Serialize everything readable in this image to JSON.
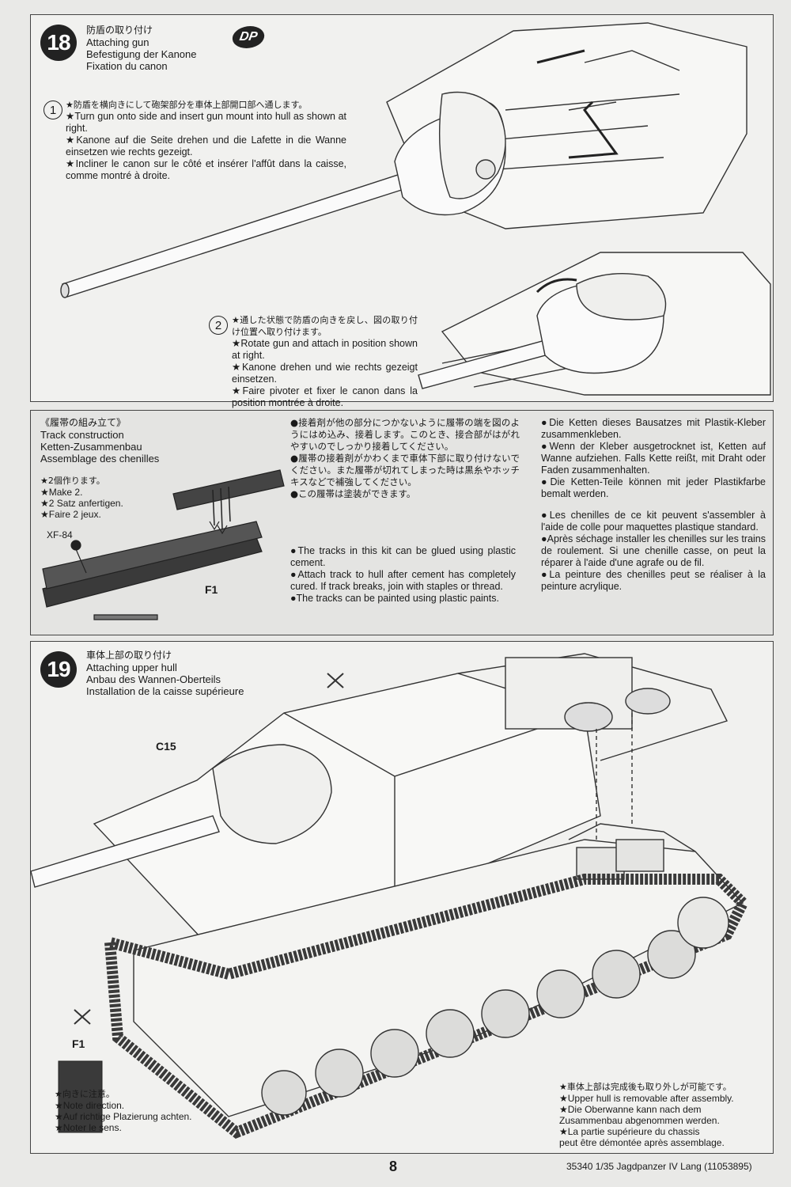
{
  "step18": {
    "number": "18",
    "title_jp": "防盾の取り付け",
    "title_en": "Attaching gun",
    "title_de": "Befestigung der Kanone",
    "title_fr": "Fixation du canon",
    "badge": "DP",
    "sub1": {
      "num": "1",
      "jp": "★防盾を横向きにして砲架部分を車体上部開口部へ通します。",
      "en": "★Turn gun onto side and insert gun mount into hull as shown at right.",
      "de": "★Kanone auf die Seite drehen und die Lafette in die Wanne einsetzen wie rechts gezeigt.",
      "fr": "★Incliner le canon sur le côté et insérer l'affût dans la caisse, comme montré à droite."
    },
    "sub2": {
      "num": "2",
      "jp": "★通した状態で防盾の向きを戻し、図の取り付け位置へ取り付けます。",
      "en": "★Rotate gun and attach in position shown at right.",
      "de": "★Kanone drehen und wie rechts gezeigt einsetzen.",
      "fr": "★Faire pivoter et fixer le canon dans la position montrée à droite."
    }
  },
  "track": {
    "title_jp": "《履帯の組み立て》",
    "title_en": "Track construction",
    "title_de": "Ketten-Zusammenbau",
    "title_fr": "Assemblage des chenilles",
    "make_jp": "★2個作ります。",
    "make_en": "★Make 2.",
    "make_de": "★2 Satz anfertigen.",
    "make_fr": "★Faire 2 jeux.",
    "paint": "XF-84",
    "part": "F1",
    "col_jp": [
      "●接着剤が他の部分につかないように履帯の端を図のようにはめ込み、接着します。このとき、接合部がはがれやすいのでしっかり接着してください。",
      "●履帯の接着剤がかわくまで車体下部に取り付けないでください。また履帯が切れてしまった時は黒糸やホッチキスなどで補強してください。",
      "●この履帯は塗装ができます。"
    ],
    "col_en": [
      "●The tracks in this kit can be glued using plastic cement.",
      "●Attach track to hull after cement has completely cured. If track breaks, join with staples or thread.",
      "●The tracks can be painted using plastic paints."
    ],
    "col_de": [
      "●Die Ketten dieses Bausatzes mit Plastik-Kleber zusammenkleben.",
      "●Wenn der Kleber ausgetrocknet ist, Ketten auf Wanne aufziehen. Falls Kette reißt, mit Draht oder Faden zusammenhalten.",
      "●Die Ketten-Teile können mit jeder Plastikfarbe bemalt werden."
    ],
    "col_fr": [
      "●Les chenilles de ce kit peuvent s'assembler à l'aide de colle pour maquettes plastique standard.",
      "●Après séchage installer les chenilles sur les trains de roulement. Si une chenille casse, on peut la réparer à l'aide d'une agrafe ou de fil.",
      "●La peinture des chenilles peut se réaliser à la peinture acrylique."
    ]
  },
  "step19": {
    "number": "19",
    "title_jp": "車体上部の取り付け",
    "title_en": "Attaching upper hull",
    "title_de": "Anbau des Wannen-Oberteils",
    "title_fr": "Installation de la caisse supérieure",
    "part_c15": "C15",
    "part_f1": "F1",
    "note_jp": "★向きに注意。",
    "note_en": "★Note direction.",
    "note_de": "★Auf richtige Plazierung achten.",
    "note_fr": "★Noter le sens.",
    "removable_jp": "★車体上部は完成後も取り外しが可能です。",
    "removable_en": "★Upper hull is removable after assembly.",
    "removable_de1": "★Die Oberwanne kann nach dem",
    "removable_de2": "Zusammenbau abgenommen werden.",
    "removable_fr1": "★La partie supérieure du chassis",
    "removable_fr2": "peut être démontée après assemblage."
  },
  "footer": {
    "page": "8",
    "code": "35340",
    "product": "1/35 Jagdpanzer IV Lang (11053895)"
  }
}
